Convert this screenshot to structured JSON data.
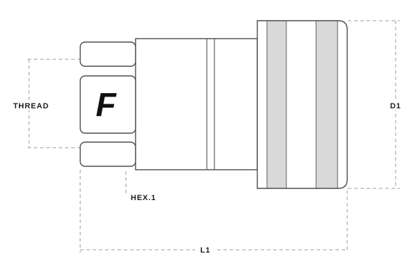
{
  "diagram": {
    "labels": {
      "thread": "THREAD",
      "hex": "HEX.1",
      "diameter": "D1",
      "length": "L1"
    },
    "logo_letter": "F",
    "colors": {
      "outline": "#4a4a4a",
      "dimension": "#9a9a9a",
      "band_fill": "#d9d9d9",
      "text": "#1a1a1a",
      "logo": "#111111",
      "background": "#ffffff"
    }
  }
}
